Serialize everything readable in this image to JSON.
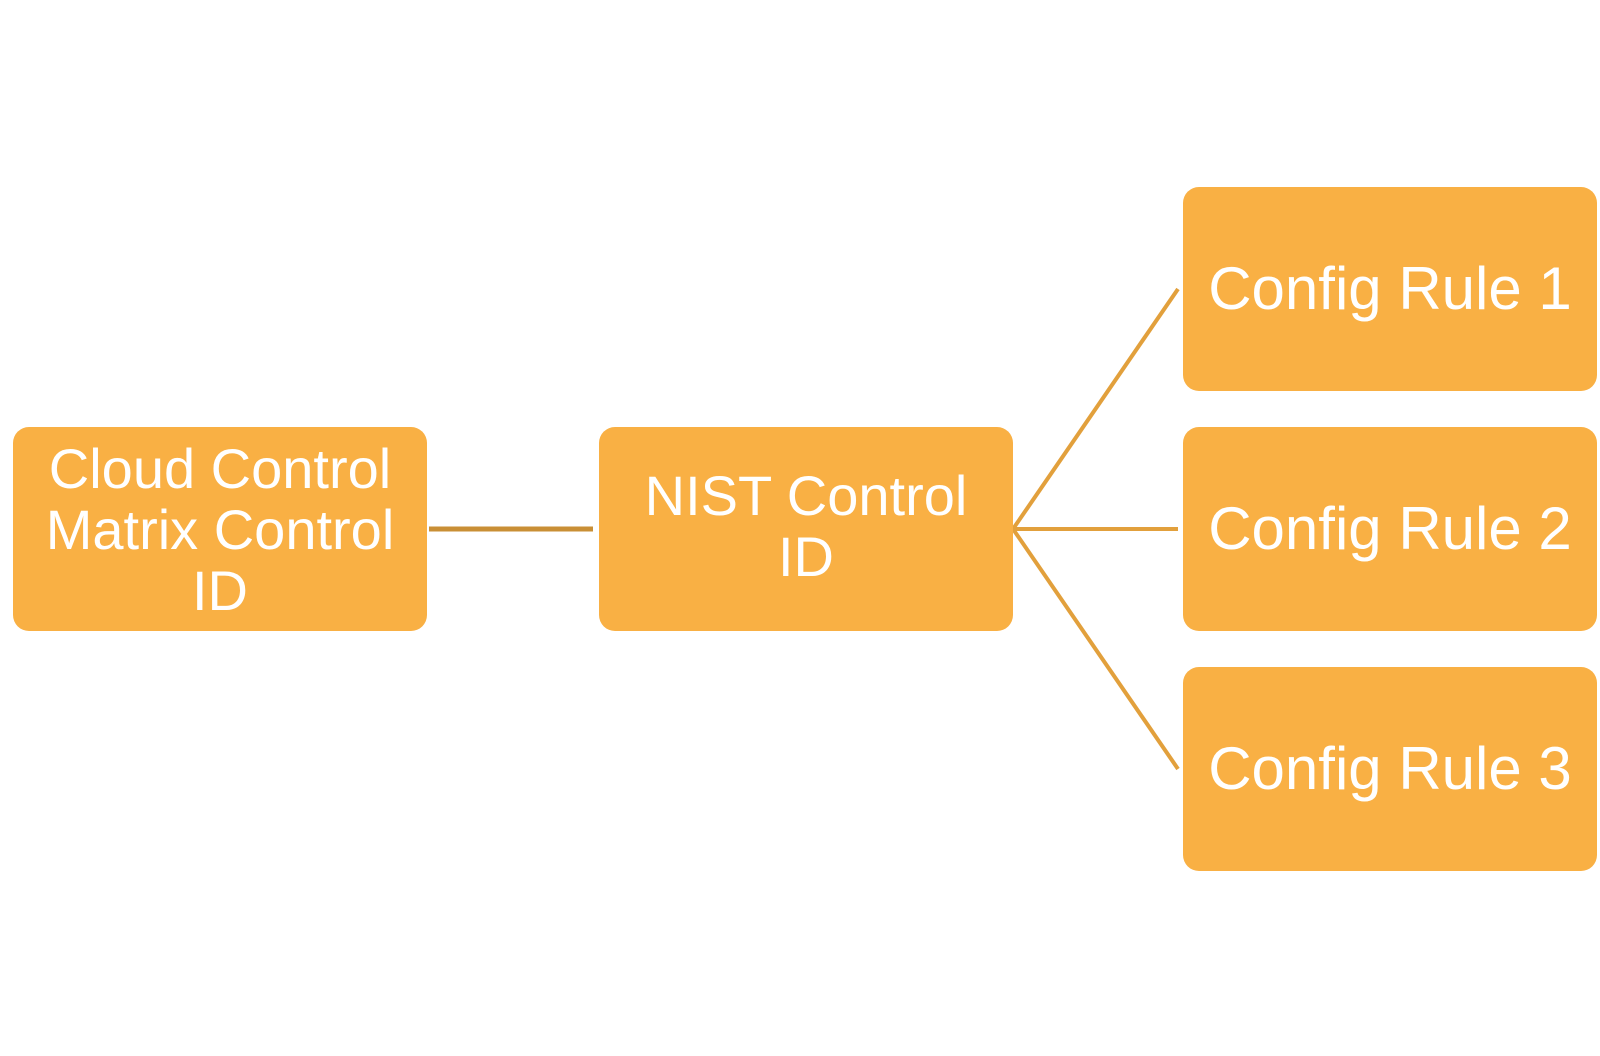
{
  "diagram": {
    "colors": {
      "node_fill": "#f9b044",
      "node_text": "#ffffff",
      "connector": "#e2a03c",
      "connector_main": "#c98f35"
    },
    "nodes": [
      {
        "id": "ccm",
        "label": "Cloud Control Matrix Control ID"
      },
      {
        "id": "nist",
        "label": "NIST Control ID"
      },
      {
        "id": "rule1",
        "label": "Config Rule 1"
      },
      {
        "id": "rule2",
        "label": "Config Rule 2"
      },
      {
        "id": "rule3",
        "label": "Config Rule 3"
      }
    ],
    "edges": [
      {
        "from": "ccm",
        "to": "nist"
      },
      {
        "from": "nist",
        "to": "rule1"
      },
      {
        "from": "nist",
        "to": "rule2"
      },
      {
        "from": "nist",
        "to": "rule3"
      }
    ]
  }
}
